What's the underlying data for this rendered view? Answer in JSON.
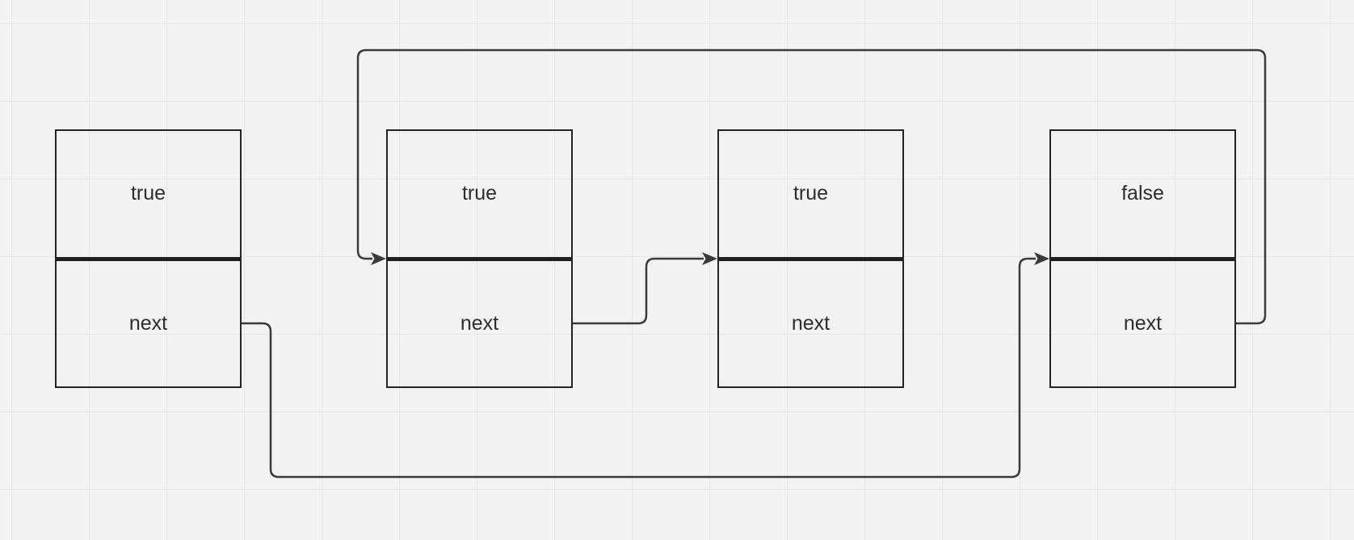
{
  "diagram": {
    "kind": "linked-list",
    "background_color": "#f2f2f2",
    "grid_color": "#e7e7e7",
    "node_stroke_color": "#242424",
    "connector_color": "#3a3a3a",
    "nodes": [
      {
        "id": "node-1",
        "value": "true",
        "pointer": "next"
      },
      {
        "id": "node-2",
        "value": "true",
        "pointer": "next"
      },
      {
        "id": "node-3",
        "value": "true",
        "pointer": "next"
      },
      {
        "id": "node-4",
        "value": "false",
        "pointer": "next"
      }
    ],
    "edges": [
      {
        "from": "node-1",
        "to": "node-4",
        "route": "below-nodes"
      },
      {
        "from": "node-2",
        "to": "node-3",
        "route": "between-nodes"
      },
      {
        "from": "node-4",
        "to": "node-2",
        "route": "above-nodes"
      }
    ]
  }
}
